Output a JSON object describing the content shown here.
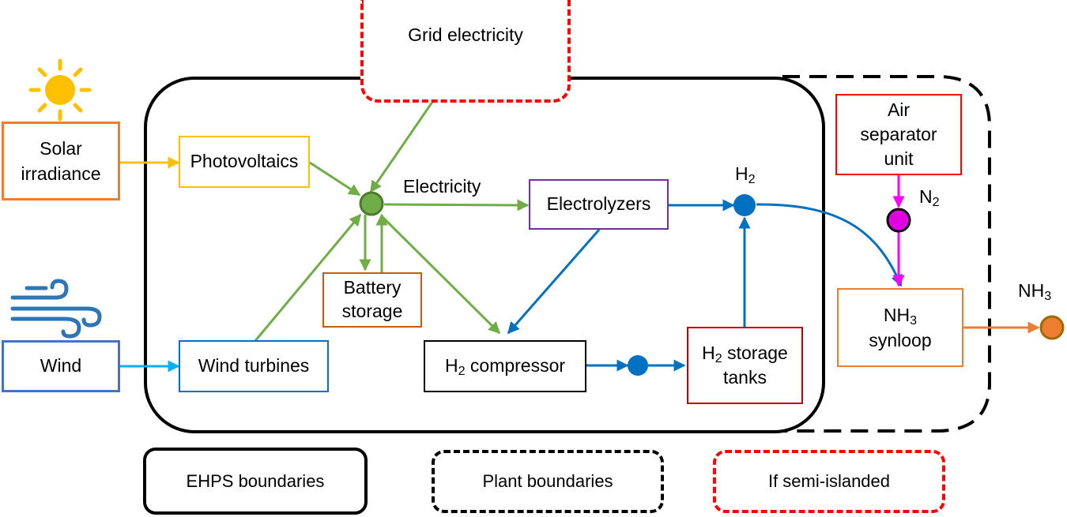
{
  "legend": {
    "ehps": "EHPS boundaries",
    "plant": "Plant boundaries",
    "semi": "If semi-islanded"
  },
  "nodes": {
    "grid": "Grid electricity",
    "solar_line1": "Solar",
    "solar_line2": "irradiance",
    "wind": "Wind",
    "pv": "Photovoltaics",
    "wind_turbines": "Wind turbines",
    "battery_line1": "Battery",
    "battery_line2": "storage",
    "electrolyzers": "Electrolyzers",
    "compressor_prefix": "H",
    "compressor_sub": "2",
    "compressor_suffix": " compressor",
    "tanks_prefix": "H",
    "tanks_sub": "2",
    "tanks_suffix": " storage",
    "tanks_line2": "tanks",
    "asu_line1": "Air",
    "asu_line2": "separator",
    "asu_line3": "unit",
    "synloop_prefix": "NH",
    "synloop_sub": "3",
    "synloop_line2": "synloop"
  },
  "labels": {
    "electricity": "Electricity",
    "h2_main": "H",
    "h2_sub": "2",
    "n2_main": "N",
    "n2_sub": "2",
    "nh3_main": "NH",
    "nh3_sub": "3"
  },
  "icons": {
    "sun": "sun-icon",
    "wind": "wind-icon"
  },
  "colors": {
    "green": "#70AD47",
    "blue": "#0070C0",
    "orange": "#ED7D31",
    "yellow": "#FFC000",
    "magenta": "#FF00FF",
    "red": "#FF0000",
    "darkred": "#C00000",
    "purple": "#7030A0",
    "windblue": "#4472C4",
    "lightblue": "#00B0F0",
    "brown": "#C55A11",
    "sunyellow": "#FFC000"
  }
}
